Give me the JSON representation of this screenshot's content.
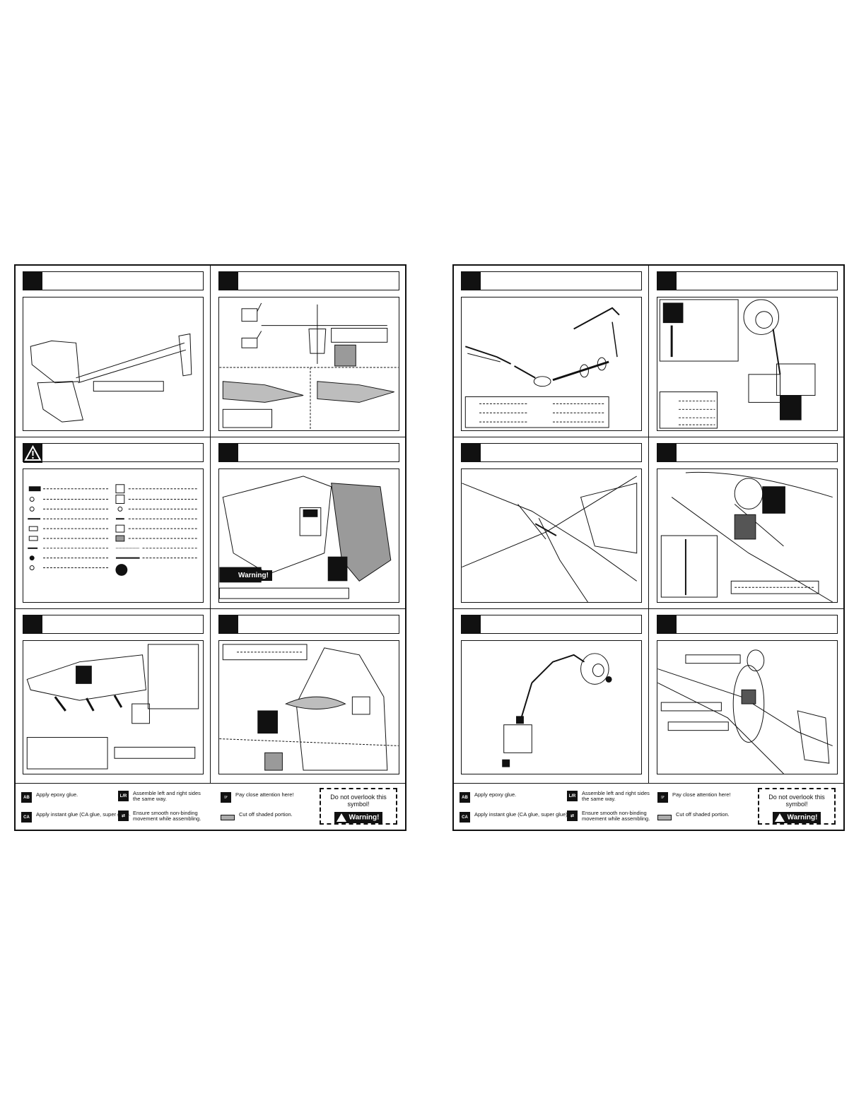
{
  "page": {
    "left": "left-sheet",
    "right": "right-sheet"
  },
  "legend": {
    "epoxy": "Apply epoxy glue.",
    "instant": "Apply instant glue (CA glue, super glue).",
    "same_way": "Assemble left and right sides\nthe same way.",
    "smooth": "Ensure smooth non-binding\nmovement while assembling.",
    "attention": "Pay close attention here!",
    "cutoff": "Cut off shaded portion.",
    "overlook": "Do not overlook this symbol!",
    "warning": "Warning!"
  },
  "icons": {
    "epoxy": "AB",
    "instant": "CA",
    "same_way": "L/R",
    "smooth": "arrows",
    "attention": "hand"
  },
  "colors": {
    "ink": "#111111",
    "shade": "#9a9a9a"
  }
}
